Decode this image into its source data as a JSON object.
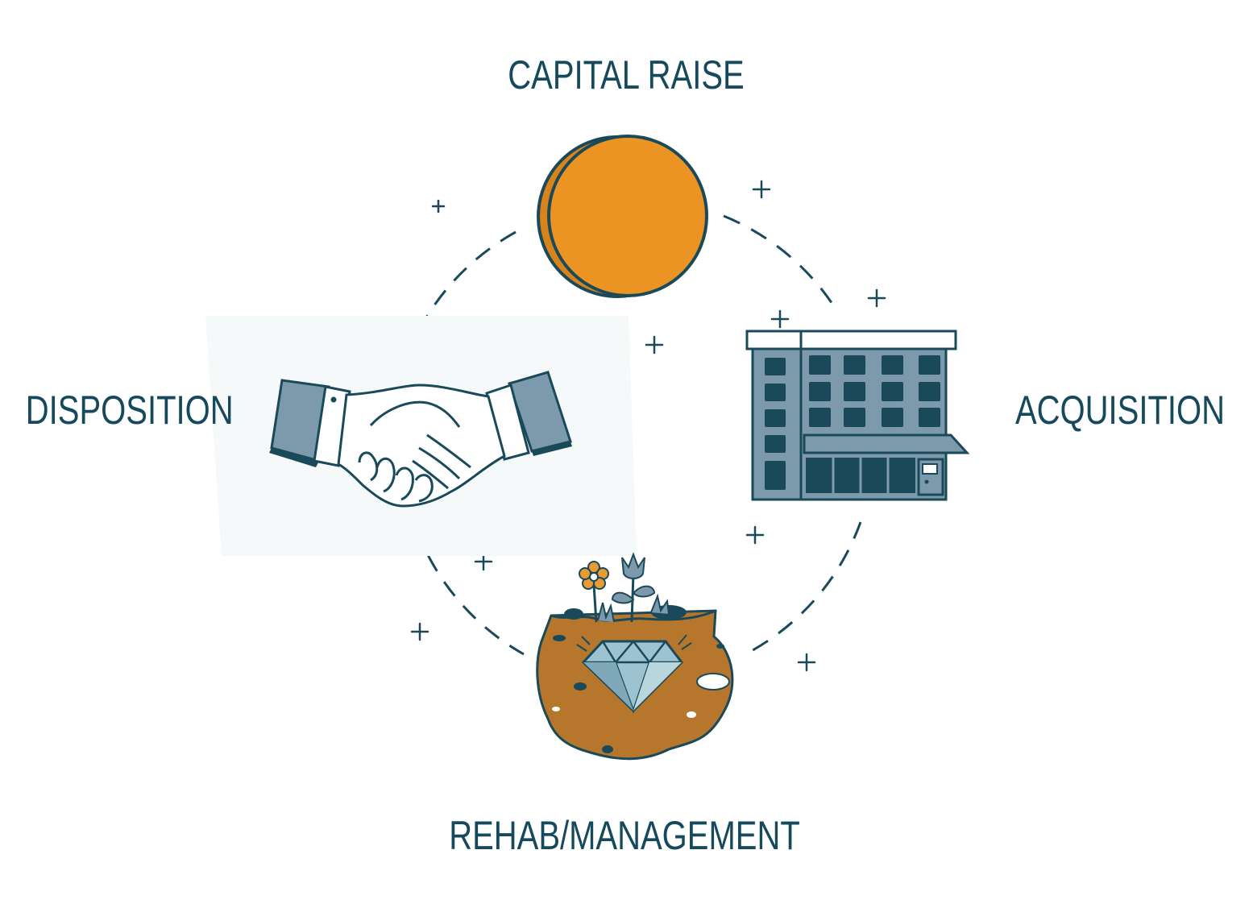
{
  "stages": {
    "top": "CAPITAL RAISE",
    "right": "ACQUISITION",
    "bottom": "REHAB/MANAGEMENT",
    "left": "DISPOSITION"
  },
  "icons": {
    "top": "orange-coin-icon",
    "right": "apartment-building-icon",
    "bottom": "diamond-in-ground-icon",
    "left": "handshake-icon"
  },
  "colors": {
    "text": "#15495b",
    "dark_teal": "#1a4a5a",
    "steel_blue": "#7c9aab",
    "coin_orange": "#eb9424",
    "coin_rim": "#d9841a",
    "soil_brown": "#b6762c",
    "diamond_blue": "#9ec3d0",
    "flower_orange": "#e89a35"
  }
}
